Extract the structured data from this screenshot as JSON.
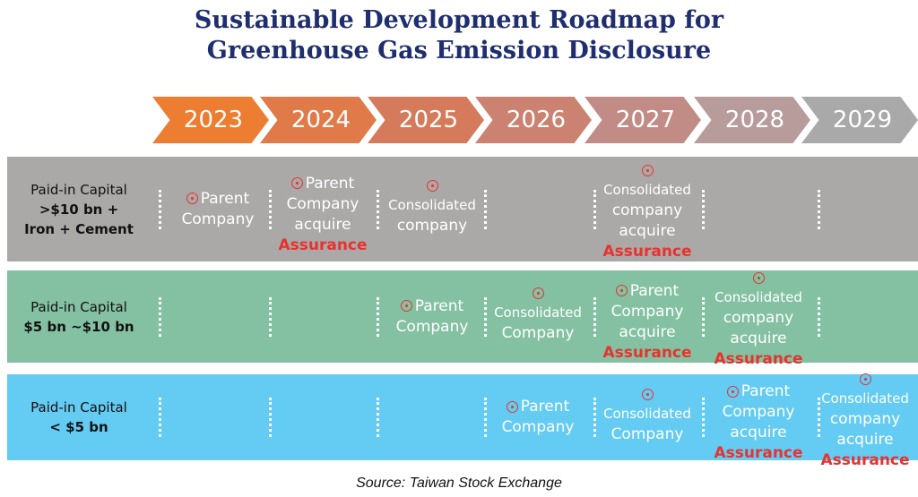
{
  "title": {
    "line1": "Sustainable Development Roadmap for",
    "line2": "Greenhouse Gas Emission Disclosure"
  },
  "years": [
    "2023",
    "2024",
    "2025",
    "2026",
    "2027",
    "2028",
    "2029"
  ],
  "year_colors": [
    "#ED7D31",
    "#E07A48",
    "#D57B5C",
    "#CB8270",
    "#C28C86",
    "#B89C9C",
    "#A9A9A9"
  ],
  "rows": [
    {
      "color": "#ABA9A8",
      "label": [
        "Paid-in Capital",
        ">$10 bn +",
        "Iron + Cement"
      ],
      "cells": [
        {
          "col": 0,
          "marker": "inline",
          "lines": [
            "Parent",
            "Company"
          ],
          "assurance": ""
        },
        {
          "col": 1,
          "marker": "inline",
          "lines": [
            "Parent",
            "Company",
            "acquire"
          ],
          "assurance": "Assurance"
        },
        {
          "col": 2,
          "marker": "above",
          "lines": [
            "Consolidated",
            "company"
          ],
          "assurance": ""
        },
        {
          "col": 4,
          "marker": "above",
          "lines": [
            "Consolidated",
            "company",
            "acquire"
          ],
          "assurance": "Assurance"
        }
      ]
    },
    {
      "color": "#84C1A2",
      "label": [
        "Paid-in Capital",
        "$5 bn ~$10 bn"
      ],
      "cells": [
        {
          "col": 2,
          "marker": "inline",
          "lines": [
            "Parent",
            "Company"
          ],
          "assurance": ""
        },
        {
          "col": 3,
          "marker": "above",
          "lines": [
            "Consolidated",
            "Company"
          ],
          "assurance": ""
        },
        {
          "col": 4,
          "marker": "inline",
          "lines": [
            "Parent",
            "Company",
            "acquire"
          ],
          "assurance": "Assurance"
        },
        {
          "col": 5,
          "marker": "above",
          "lines": [
            "Consolidated",
            "company",
            "acquire"
          ],
          "assurance": "Assurance"
        }
      ]
    },
    {
      "color": "#64CBF3",
      "label": [
        "Paid-in Capital",
        "< $5 bn"
      ],
      "cells": [
        {
          "col": 3,
          "marker": "inline",
          "lines": [
            "Parent",
            "Company"
          ],
          "assurance": ""
        },
        {
          "col": 4,
          "marker": "above",
          "lines": [
            "Consolidated",
            "Company"
          ],
          "assurance": ""
        },
        {
          "col": 5,
          "marker": "inline",
          "lines": [
            "Parent",
            "Company",
            "acquire"
          ],
          "assurance": "Assurance"
        },
        {
          "col": 6,
          "marker": "above",
          "lines": [
            "Consolidated",
            "company",
            "acquire"
          ],
          "assurance": "Assurance"
        }
      ]
    }
  ],
  "source": "Source: Taiwan Stock Exchange"
}
